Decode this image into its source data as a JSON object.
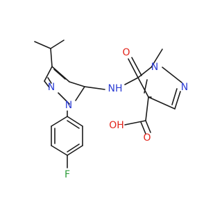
{
  "molecule": {
    "atoms": [
      {
        "id": "n_pz1_N1",
        "element": "N",
        "label": "N",
        "role": "ring-nitrogen"
      },
      {
        "id": "n_pz1_N2",
        "element": "N",
        "label": "N",
        "role": "ring-nitrogen"
      },
      {
        "id": "n_amide",
        "element": "N",
        "label": "NH",
        "role": "amide-nh"
      },
      {
        "id": "o_amide",
        "element": "O",
        "label": "O",
        "role": "carbonyl-oxygen"
      },
      {
        "id": "n_pz2_N1",
        "element": "N",
        "label": "N",
        "role": "ring-nitrogen"
      },
      {
        "id": "n_pz2_N2",
        "element": "N",
        "label": "N",
        "role": "ring-nitrogen"
      },
      {
        "id": "o_acid",
        "element": "O",
        "label": "OH",
        "role": "hydroxyl"
      },
      {
        "id": "o_acid2",
        "element": "O",
        "label": "O",
        "role": "carbonyl-oxygen"
      },
      {
        "id": "f_phenyl",
        "element": "F",
        "label": "F",
        "role": "fluorine"
      }
    ]
  },
  "colors": {
    "bond": "#1a1a1a",
    "nitrogen": "#2a3bd4",
    "oxygen": "#e2231a",
    "fluorine": "#2e9c3a",
    "background": "#ffffff"
  }
}
